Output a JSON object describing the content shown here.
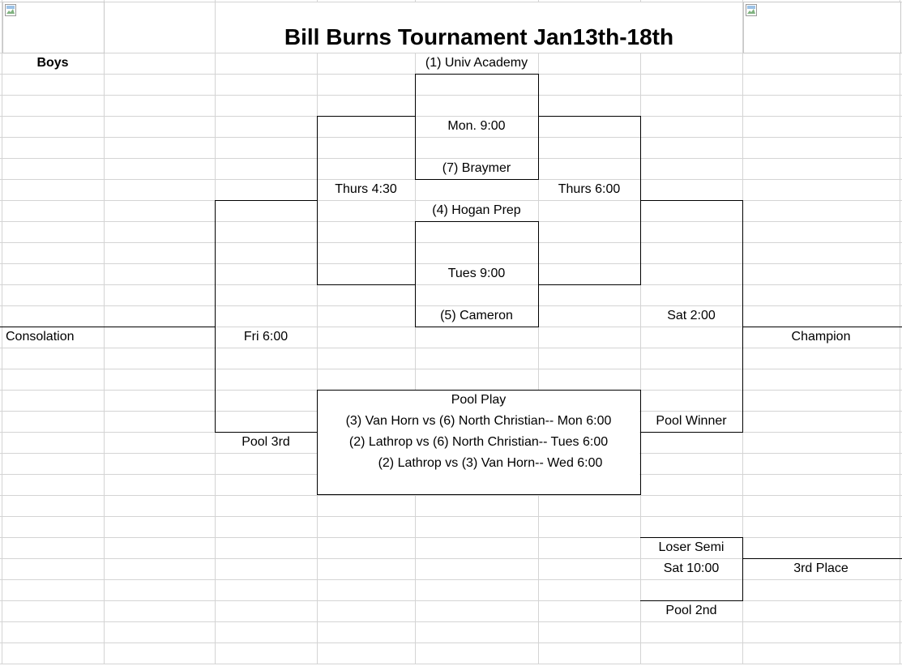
{
  "title": "Bill Burns Tournament Jan13th-18th",
  "division": "Boys",
  "consolation_label": "Consolation",
  "champion_label": "Champion",
  "third_place_label": "3rd Place",
  "bracket": {
    "seeds": [
      "(1) Univ Academy",
      "(7) Braymer",
      "(4) Hogan Prep",
      "(5) Cameron"
    ],
    "game_times": {
      "mon": "Mon. 9:00",
      "tues": "Tues 9:00",
      "thurs_430": "Thurs 4:30",
      "thurs_600": "Thurs 6:00",
      "fri": "Fri 6:00",
      "sat_200": "Sat 2:00",
      "sat_1000": "Sat 10:00"
    },
    "pool_winner": "Pool Winner",
    "pool_2nd": "Pool 2nd",
    "pool_3rd": "Pool 3rd",
    "loser_semi": "Loser Semi"
  },
  "pool_play": {
    "header": "Pool Play",
    "games": [
      "(3) Van Horn vs (6) North Christian-- Mon 6:00",
      "(2) Lathrop vs (6) North Christian-- Tues 6:00",
      "(2) Lathrop vs (3) Van Horn-- Wed 6:00"
    ]
  },
  "logos": [
    "left-logo",
    "right-logo"
  ]
}
